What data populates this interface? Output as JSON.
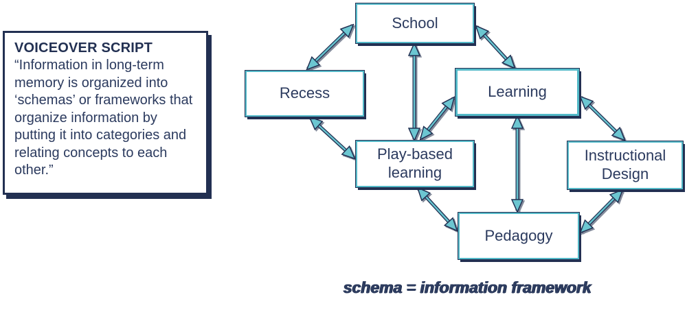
{
  "voiceover": {
    "title": "VOICEOVER SCRIPT",
    "body": "“Information in long-term memory is organized into ‘schemas’ or frameworks that organize information by putting it into categories and relating concepts to each other.”"
  },
  "diagram": {
    "nodes": {
      "school": {
        "label": "School"
      },
      "recess": {
        "label": "Recess"
      },
      "learning": {
        "label": "Learning"
      },
      "play_based": {
        "label": "Play-based learning"
      },
      "instructional_design": {
        "label": "Instructional Design"
      },
      "pedagogy": {
        "label": "Pedagogy"
      }
    },
    "edges": [
      {
        "from": "School",
        "to": "Recess",
        "bidirectional": true
      },
      {
        "from": "School",
        "to": "Learning",
        "bidirectional": true
      },
      {
        "from": "School",
        "to": "Play-based learning",
        "bidirectional": true
      },
      {
        "from": "Recess",
        "to": "Play-based learning",
        "bidirectional": true
      },
      {
        "from": "Learning",
        "to": "Play-based learning",
        "bidirectional": true
      },
      {
        "from": "Learning",
        "to": "Instructional Design",
        "bidirectional": true
      },
      {
        "from": "Learning",
        "to": "Pedagogy",
        "bidirectional": true
      },
      {
        "from": "Play-based learning",
        "to": "Pedagogy",
        "bidirectional": true
      },
      {
        "from": "Pedagogy",
        "to": "Instructional Design",
        "bidirectional": true
      }
    ]
  },
  "caption": "schema = information framework",
  "colors": {
    "node_border_teal": "#53b9c8",
    "arrow_teal": "#6cc6d1",
    "outline_navy": "#223052",
    "text_navy": "#2b3a5e",
    "background": "#ffffff"
  }
}
